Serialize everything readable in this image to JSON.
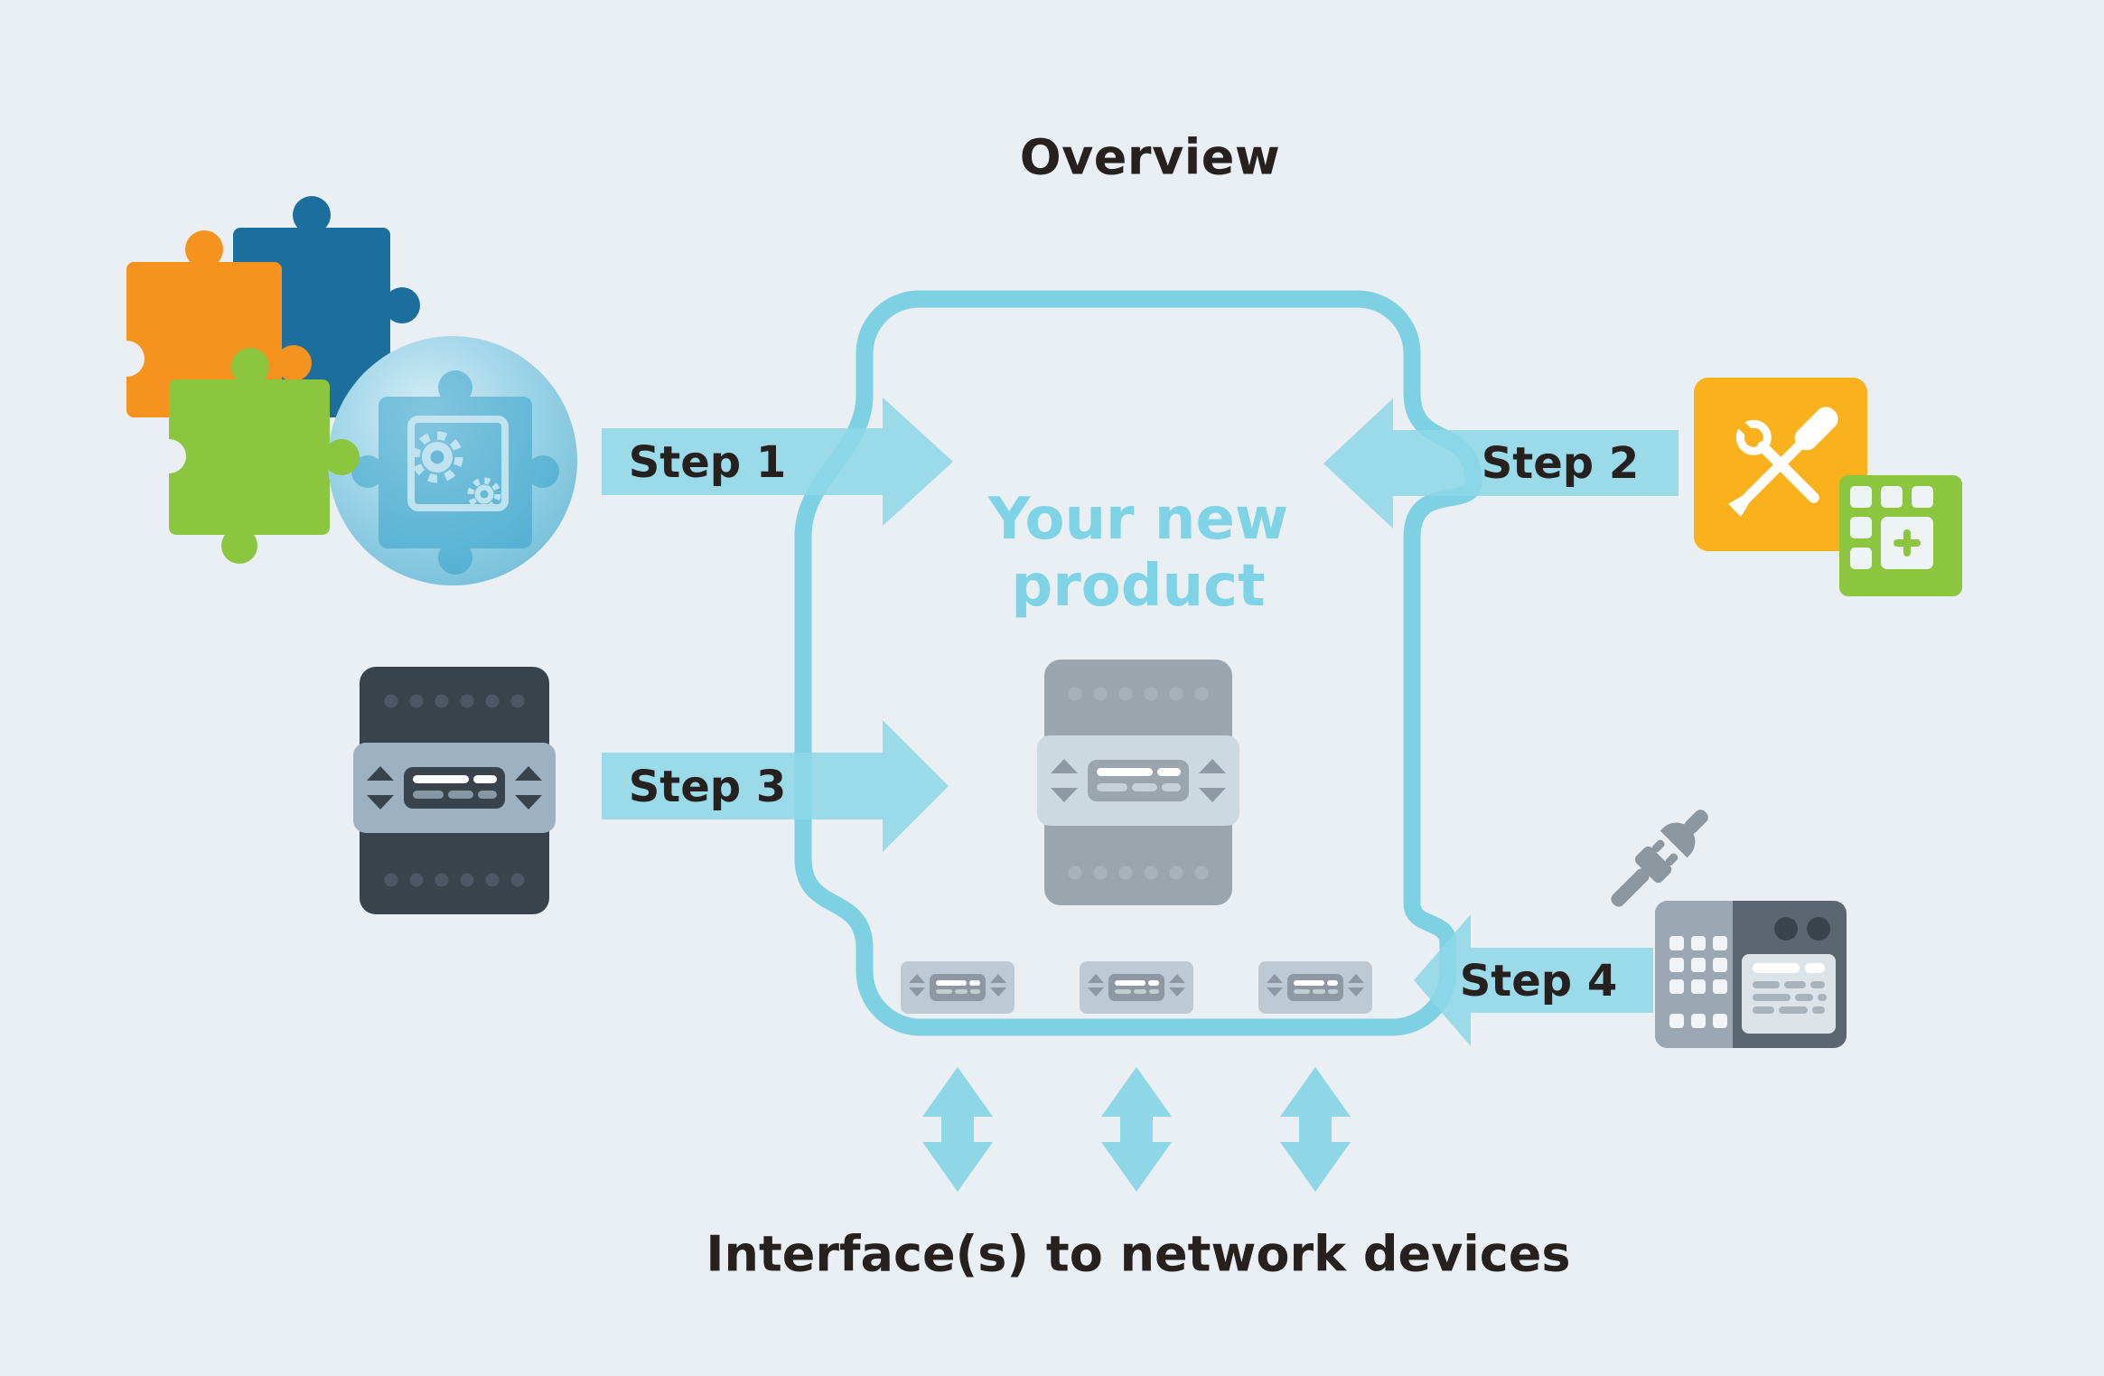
{
  "title": "Overview",
  "product_box": {
    "line1": "Your new",
    "line2": "product"
  },
  "steps": [
    {
      "label": "Step 1"
    },
    {
      "label": "Step 2"
    },
    {
      "label": "Step 3"
    },
    {
      "label": "Step 4"
    }
  ],
  "caption": "Interface(s) to network devices",
  "icons": {
    "puzzle_pieces": "puzzle-pieces-icon",
    "integration_sphere": "sphere-with-puzzle-and-gears-icon",
    "left_module": "dark-meter-module-icon",
    "product_module": "gray-meter-module-icon",
    "interface_ports": "interface-port-badge-icon",
    "tools": "wrench-screwdriver-icon",
    "keypad_plus": "keypad-plus-icon",
    "plug": "disconnected-plug-icon",
    "metering_device": "metering-device-icon",
    "updown_arrow": "bidirectional-arrow-icon"
  },
  "colors": {
    "background": "#e9eff3",
    "box_border": "#7ed0e3",
    "arrow_cyan": "#8ed7e7",
    "product_text": "#7fd3e6",
    "dark_text": "#26211f",
    "puzzle_orange": "#f6921e",
    "puzzle_blue": "#1c6f9c",
    "puzzle_green": "#8cc63f",
    "toolbox_orange": "#f9b11c",
    "device_dark": "#39434b",
    "device_gray": "#9aa5ae",
    "band_gray": "#cdd9e0",
    "badge_gray": "#bdc9d3"
  }
}
